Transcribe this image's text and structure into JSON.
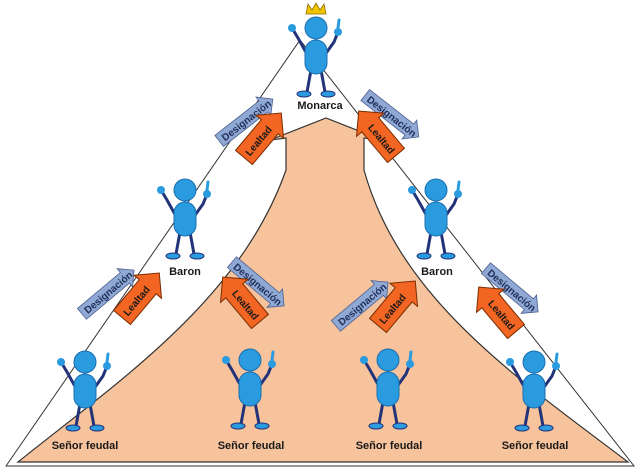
{
  "nodes": {
    "monarch": "Monarca",
    "baron_left": "Baron",
    "baron_right": "Baron",
    "lord_1": "Señor feudal",
    "lord_2": "Señor feudal",
    "lord_3": "Señor feudal",
    "lord_4": "Señor feudal"
  },
  "arrows": {
    "loyalty": "Lealtad",
    "designation": "Designación"
  },
  "colors": {
    "triangle_fill": "#f6c39c",
    "triangle_stroke": "#333333",
    "loyalty_fill": "#f26522",
    "designation_fill": "#8fa8d4",
    "figure_fill": "#2b9be0",
    "figure_limbs": "#23337a",
    "crown": "#f2c500"
  },
  "icons": [
    "person-figure-icon",
    "crown-icon",
    "loyalty-arrow-icon",
    "designation-arrow-icon"
  ]
}
